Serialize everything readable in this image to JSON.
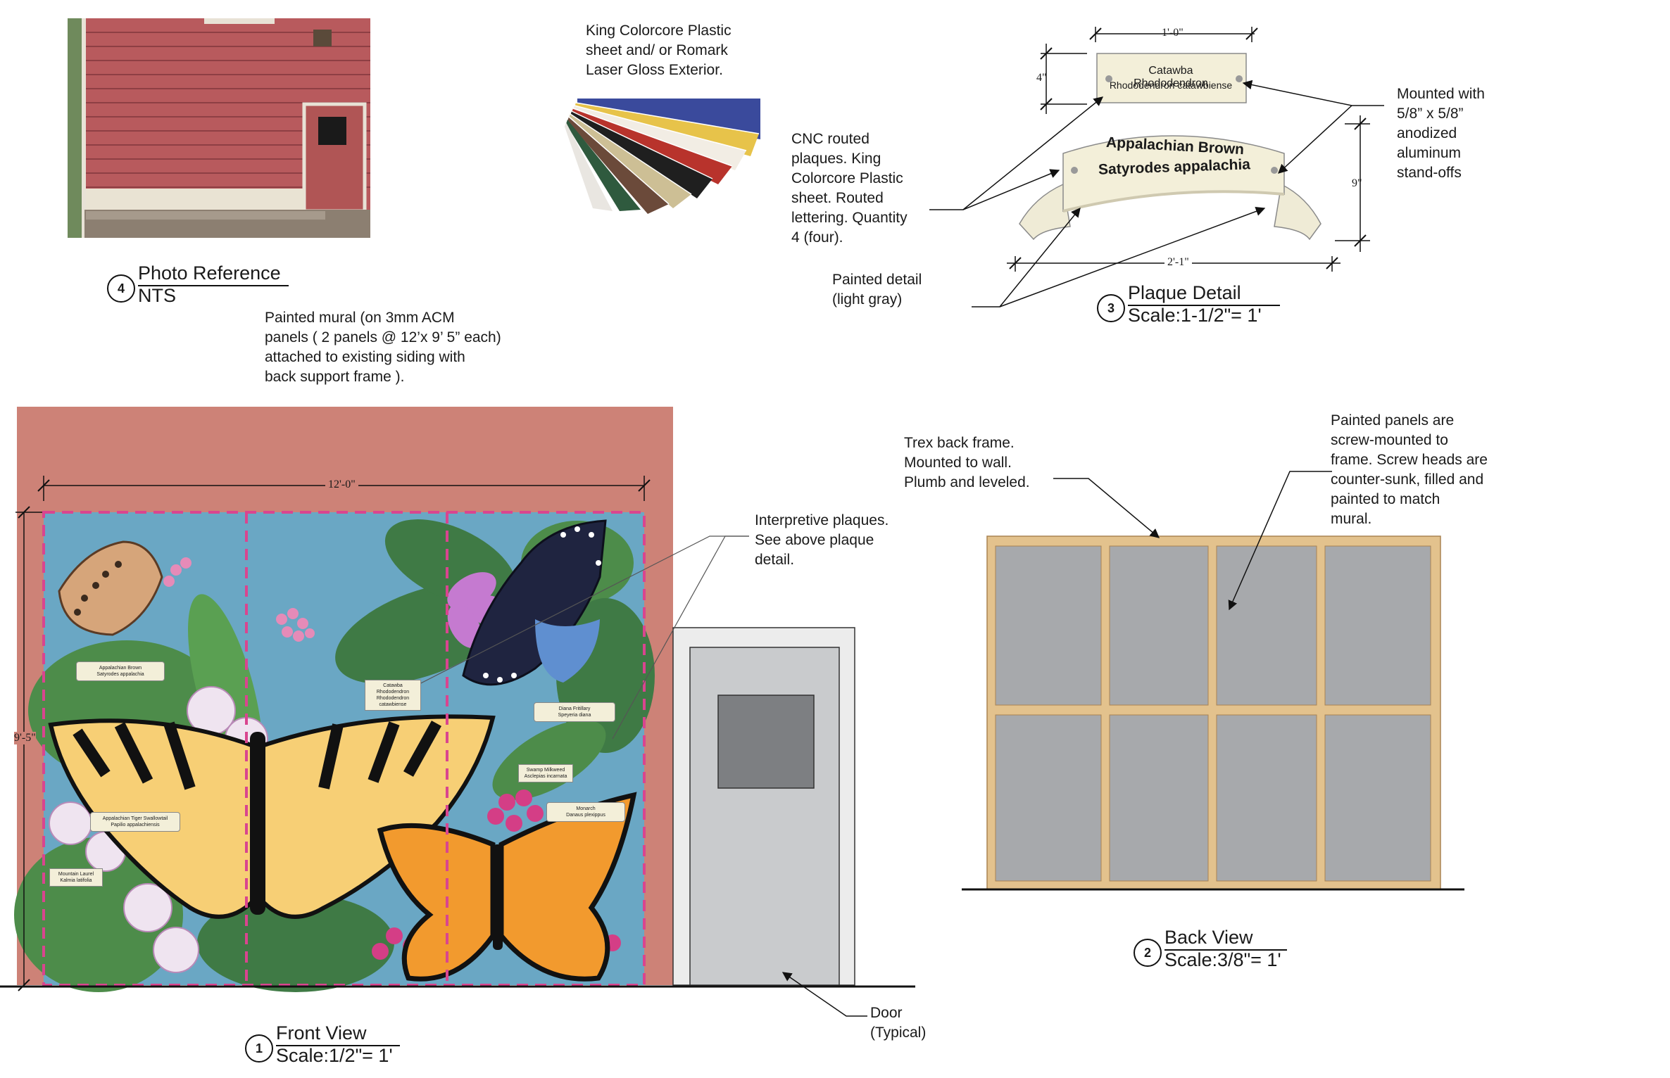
{
  "photo_reference": {
    "number": "4",
    "title": "Photo Reference",
    "scale": "NTS"
  },
  "material_note": "King Colorcore Plastic\nsheet and/ or Romark\nLaser Gloss Exterior.",
  "plaque_detail": {
    "number": "3",
    "title": "Plaque Detail",
    "scale": "Scale:1-1/2\"= 1'",
    "dim_width_top": "1'-0\"",
    "dim_height_small": "4\"",
    "dim_height_large": "9\"",
    "dim_width_bottom": "2'-1\"",
    "small_plaque_line1": "Catawba Rhododendron",
    "small_plaque_line2": "Rhododendron catawbiense",
    "banner_line1": "Appalachian Brown",
    "banner_line2": "Satyrodes appalachia",
    "note_cnc": "CNC routed\nplaques. King\nColorcore Plastic\nsheet. Routed\nlettering. Quantity\n4 (four).",
    "note_mounted": "Mounted with\n5/8” x 5/8”\nanodized\naluminum\nstand-offs",
    "note_painted": "Painted detail\n(light gray)"
  },
  "mural_note": "Painted mural (on 3mm ACM\npanels ( 2 panels @ 12’x  9’ 5” each)\nattached to existing siding with\nback support frame ).",
  "front_view": {
    "number": "1",
    "title": "Front View",
    "scale": "Scale:1/2\"= 1'",
    "dim_width": "12'-0\"",
    "dim_height": "9'-5\"",
    "note_plaques": "Interpretive plaques.\nSee above plaque\ndetail.",
    "note_door": "Door\n(Typical)",
    "mural_labels": [
      "Appalachian Brown\nSatyrodes appalachia",
      "Catawba Rhododendron\nRhododendron catawbiense",
      "Diana Fritillary\nSpeyeria diana",
      "Swamp Milkweed\nAsclepias incarnata",
      "Monarch\nDanaus plexippus",
      "Appalachian Tiger Swallowtail\nPapilio appalachiensis",
      "Mountain Laurel\nKalmia latifolia"
    ]
  },
  "back_view": {
    "number": "2",
    "title": "Back View",
    "scale": "Scale:3/8\"= 1'",
    "note_frame": "Trex back frame.\nMounted to wall.\nPlumb and leveled.",
    "note_panels": "Painted panels are\nscrew-mounted to\nframe. Screw heads are\ncounter-sunk, filled and\npainted to match\nmural."
  },
  "colors": {
    "wall": "#cd8277",
    "sky": "#6aa7c4",
    "panel_dash": "#d9458f",
    "frame_wood": "#e3c28d",
    "panel_gray": "#a7a9ac",
    "door_gray": "#c9cbcd",
    "plaque_cream": "#f3efd9"
  }
}
